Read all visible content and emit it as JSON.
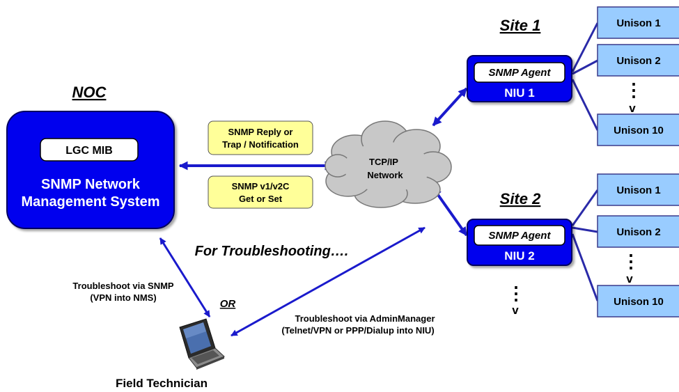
{
  "noc": {
    "heading": "NOC",
    "mib_label": "LGC MIB",
    "nms_line1": "SNMP Network",
    "nms_line2": "Management System"
  },
  "messages": {
    "reply_line1": "SNMP Reply or",
    "reply_line2": "Trap / Notification",
    "get_line1": "SNMP v1/v2C",
    "get_line2": "Get or Set"
  },
  "network": {
    "line1": "TCP/IP",
    "line2": "Network"
  },
  "site1": {
    "heading": "Site 1",
    "agent": "SNMP Agent",
    "niu": "NIU 1",
    "units": [
      "Unison 1",
      "Unison 2",
      "Unison 10"
    ]
  },
  "site2": {
    "heading": "Site 2",
    "agent": "SNMP Agent",
    "niu": "NIU 2",
    "units": [
      "Unison 1",
      "Unison 2",
      "Unison 10"
    ]
  },
  "continuation": {
    "dots": "⋮",
    "arrow": "v"
  },
  "troubleshooting": {
    "heading": "For Troubleshooting….",
    "via_snmp_line1": "Troubleshoot via SNMP",
    "via_snmp_line2": "(VPN into NMS)",
    "or": "OR",
    "via_admin_line1": "Troubleshoot via AdminManager",
    "via_admin_line2": "(Telnet/VPN or PPP/Dialup into NIU)"
  },
  "technician": {
    "label": "Field Technician"
  },
  "colors": {
    "nms_blue": "#0000ee",
    "link_blue": "#1a1acc",
    "unison_fill": "#99ccff",
    "message_fill": "#ffff99",
    "cloud_fill": "#c8c8c8"
  }
}
